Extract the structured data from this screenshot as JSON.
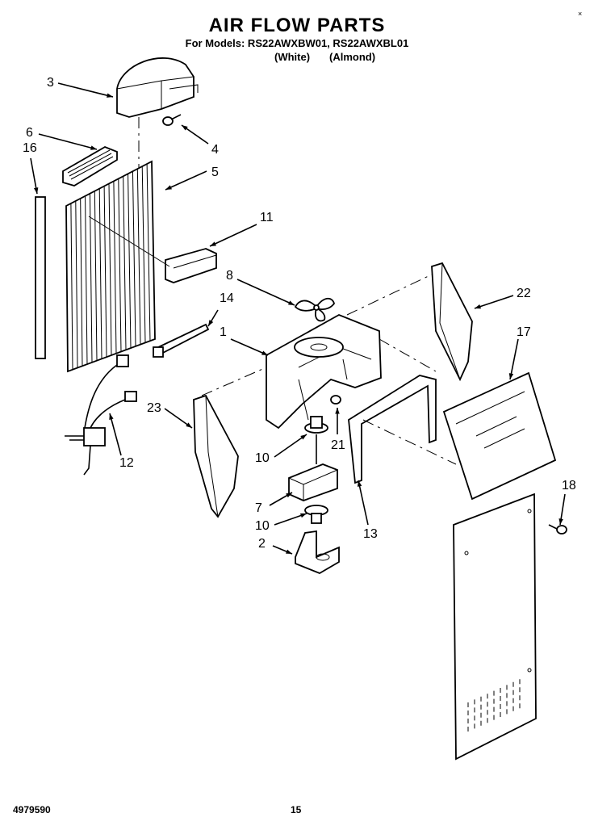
{
  "header": {
    "title": "AIR FLOW PARTS",
    "models_line": "For Models: RS22AWXBW01, RS22AWXBL01",
    "color_white": "(White)",
    "color_almond": "(Almond)",
    "corner_mark": "×"
  },
  "footer": {
    "document_number": "4979590",
    "page_number": "15"
  },
  "callouts": {
    "c3": "3",
    "c4": "4",
    "c6": "6",
    "c16": "16",
    "c5": "5",
    "c11": "11",
    "c8": "8",
    "c22": "22",
    "c14": "14",
    "c1": "1",
    "c17": "17",
    "c23": "23",
    "c21": "21",
    "c10a": "10",
    "c12": "12",
    "c7": "7",
    "c10b": "10",
    "c18": "18",
    "c13": "13",
    "c2": "2"
  }
}
